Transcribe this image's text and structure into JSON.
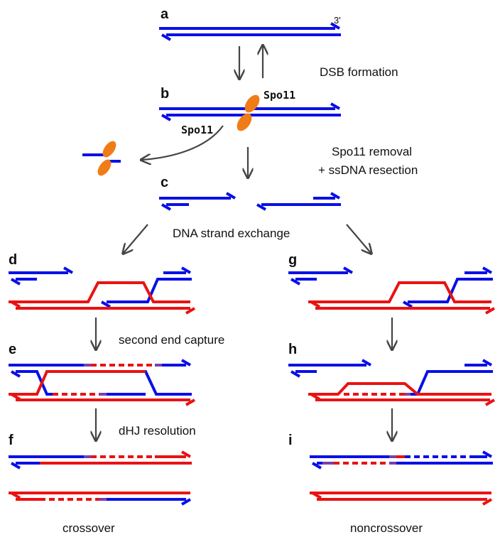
{
  "panels": {
    "a": "a",
    "b": "b",
    "c": "c",
    "d": "d",
    "e": "e",
    "f": "f",
    "g": "g",
    "h": "h",
    "i": "i"
  },
  "labels": {
    "three_prime": "3'",
    "dsb_formation": "DSB formation",
    "spo11_removal": "Spo11 removal",
    "ssdna_resection": "+ ssDNA resection",
    "strand_exchange": "DNA strand exchange",
    "second_end_capture": "second end capture",
    "dhj_resolution": "dHJ resolution",
    "crossover": "crossover",
    "noncrossover": "noncrossover",
    "spo11_top": "Spo11",
    "spo11_bottom": "Spo11"
  },
  "colors": {
    "blue_strand": "#0a10e6",
    "red_strand": "#ea1212",
    "spo11_protein": "#f07c18",
    "arrow": "#444444",
    "text": "#111111"
  }
}
